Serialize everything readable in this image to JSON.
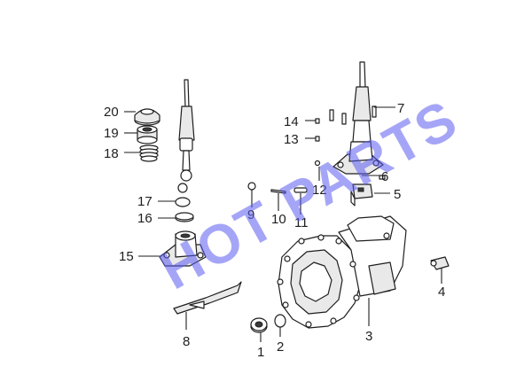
{
  "watermark": {
    "text": "HOT PARTS"
  },
  "callouts": {
    "c1": "1",
    "c2": "2",
    "c3": "3",
    "c4": "4",
    "c5": "5",
    "c6": "6",
    "c7": "7",
    "c8": "8",
    "c9": "9",
    "c10": "10",
    "c11": "11",
    "c12": "12",
    "c13": "13",
    "c14": "14",
    "c15": "15",
    "c16": "16",
    "c17": "17",
    "c18": "18",
    "c19": "19",
    "c20": "20"
  }
}
